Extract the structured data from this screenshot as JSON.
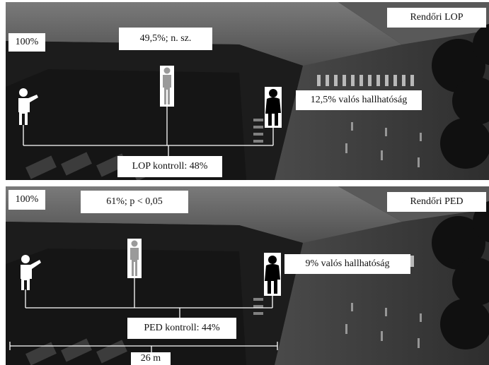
{
  "panels": [
    {
      "title": "Rendőri LOP",
      "reference_level": "100%",
      "middle_value": "49,5%; n. sz.",
      "far_value": "12,5% valós hallhatóság",
      "control_label": "LOP kontroll: 48%"
    },
    {
      "title": "Rendőri PED",
      "reference_level": "100%",
      "middle_value": "61%; p < 0,05",
      "far_value": "9% valós hallhatóság",
      "control_label": "PED kontroll: 44%",
      "distance_label": "26 m"
    }
  ],
  "icons": {
    "speaker": "pointing-officer-icon",
    "middle_listener": "standing-person-grey-icon",
    "far_listener": "standing-person-black-icon"
  }
}
